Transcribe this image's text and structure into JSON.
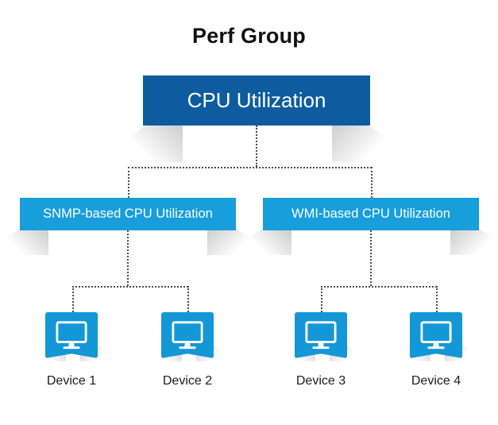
{
  "diagram": {
    "title": "Perf Group",
    "root": {
      "label": "CPU Utilization"
    },
    "groups": [
      {
        "label": "SNMP-based CPU Utilization",
        "devices": [
          {
            "label": "Device 1"
          },
          {
            "label": "Device 2"
          }
        ]
      },
      {
        "label": "WMI-based CPU Utilization",
        "devices": [
          {
            "label": "Device 3"
          },
          {
            "label": "Device 4"
          }
        ]
      }
    ],
    "icons": {
      "device": "monitor-icon"
    },
    "colors": {
      "root_box": "#0e5c9f",
      "group_box": "#179edb",
      "device_box": "#1497d6",
      "connector": "#4a4a4a"
    }
  }
}
